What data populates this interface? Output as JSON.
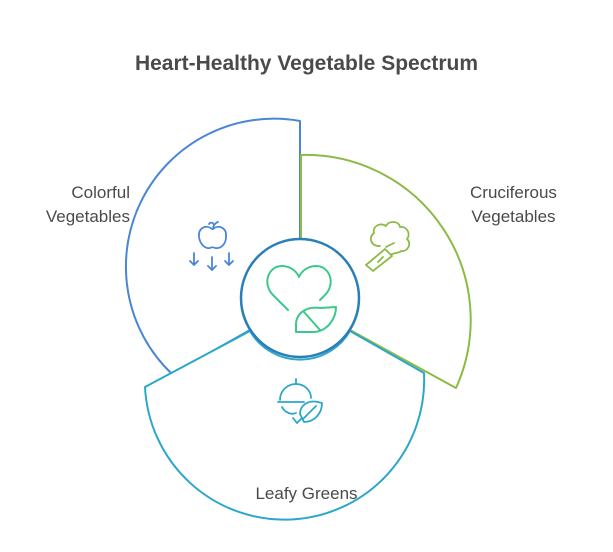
{
  "title": "Heart-Healthy Vegetable Spectrum",
  "segments": [
    {
      "id": "colorful",
      "label_lines": [
        "Colorful",
        "Vegetables"
      ],
      "color": "#4a86d8",
      "icon": "apple-arrows-icon"
    },
    {
      "id": "cruciferous",
      "label_lines": [
        "Cruciferous",
        "Vegetables"
      ],
      "color": "#8cba44",
      "icon": "broccoli-icon"
    },
    {
      "id": "leafy",
      "label_lines": [
        "Leafy Greens"
      ],
      "color": "#2aa7c9",
      "icon": "lettuce-leaf-icon"
    }
  ],
  "center": {
    "icon": "heart-leaf-icon",
    "heart_color": "#3cc88a",
    "ring_color": "#2a7fb8"
  }
}
